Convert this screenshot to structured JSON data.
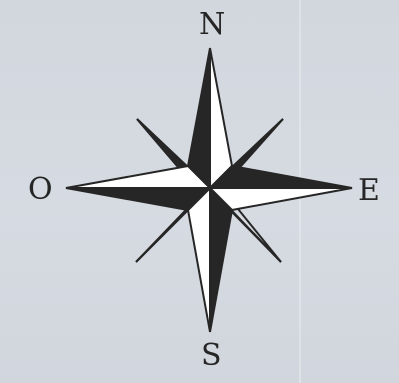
{
  "compass": {
    "north_label": "N",
    "south_label": "S",
    "west_label": "O",
    "east_label": "E",
    "ink_color": "#262626",
    "paper_color": "#d4d9e0"
  }
}
